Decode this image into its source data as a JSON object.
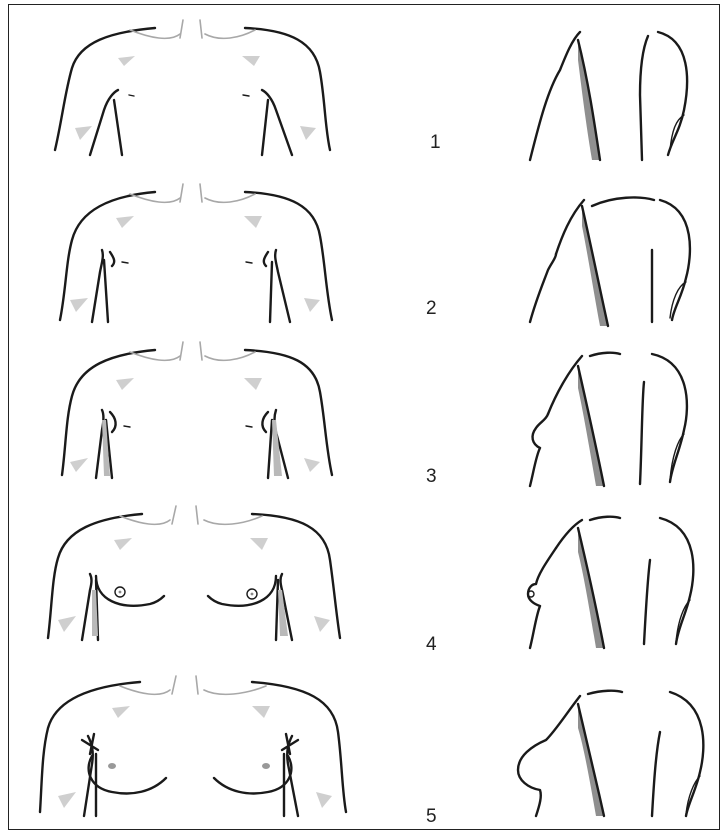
{
  "figure": {
    "stages": [
      {
        "label": "1",
        "front_view": "stage-1-front",
        "side_view": "stage-1-side"
      },
      {
        "label": "2",
        "front_view": "stage-2-front",
        "side_view": "stage-2-side"
      },
      {
        "label": "3",
        "front_view": "stage-3-front",
        "side_view": "stage-3-side"
      },
      {
        "label": "4",
        "front_view": "stage-4-front",
        "side_view": "stage-4-side"
      },
      {
        "label": "5",
        "front_view": "stage-5-front",
        "side_view": "stage-5-side"
      }
    ]
  }
}
